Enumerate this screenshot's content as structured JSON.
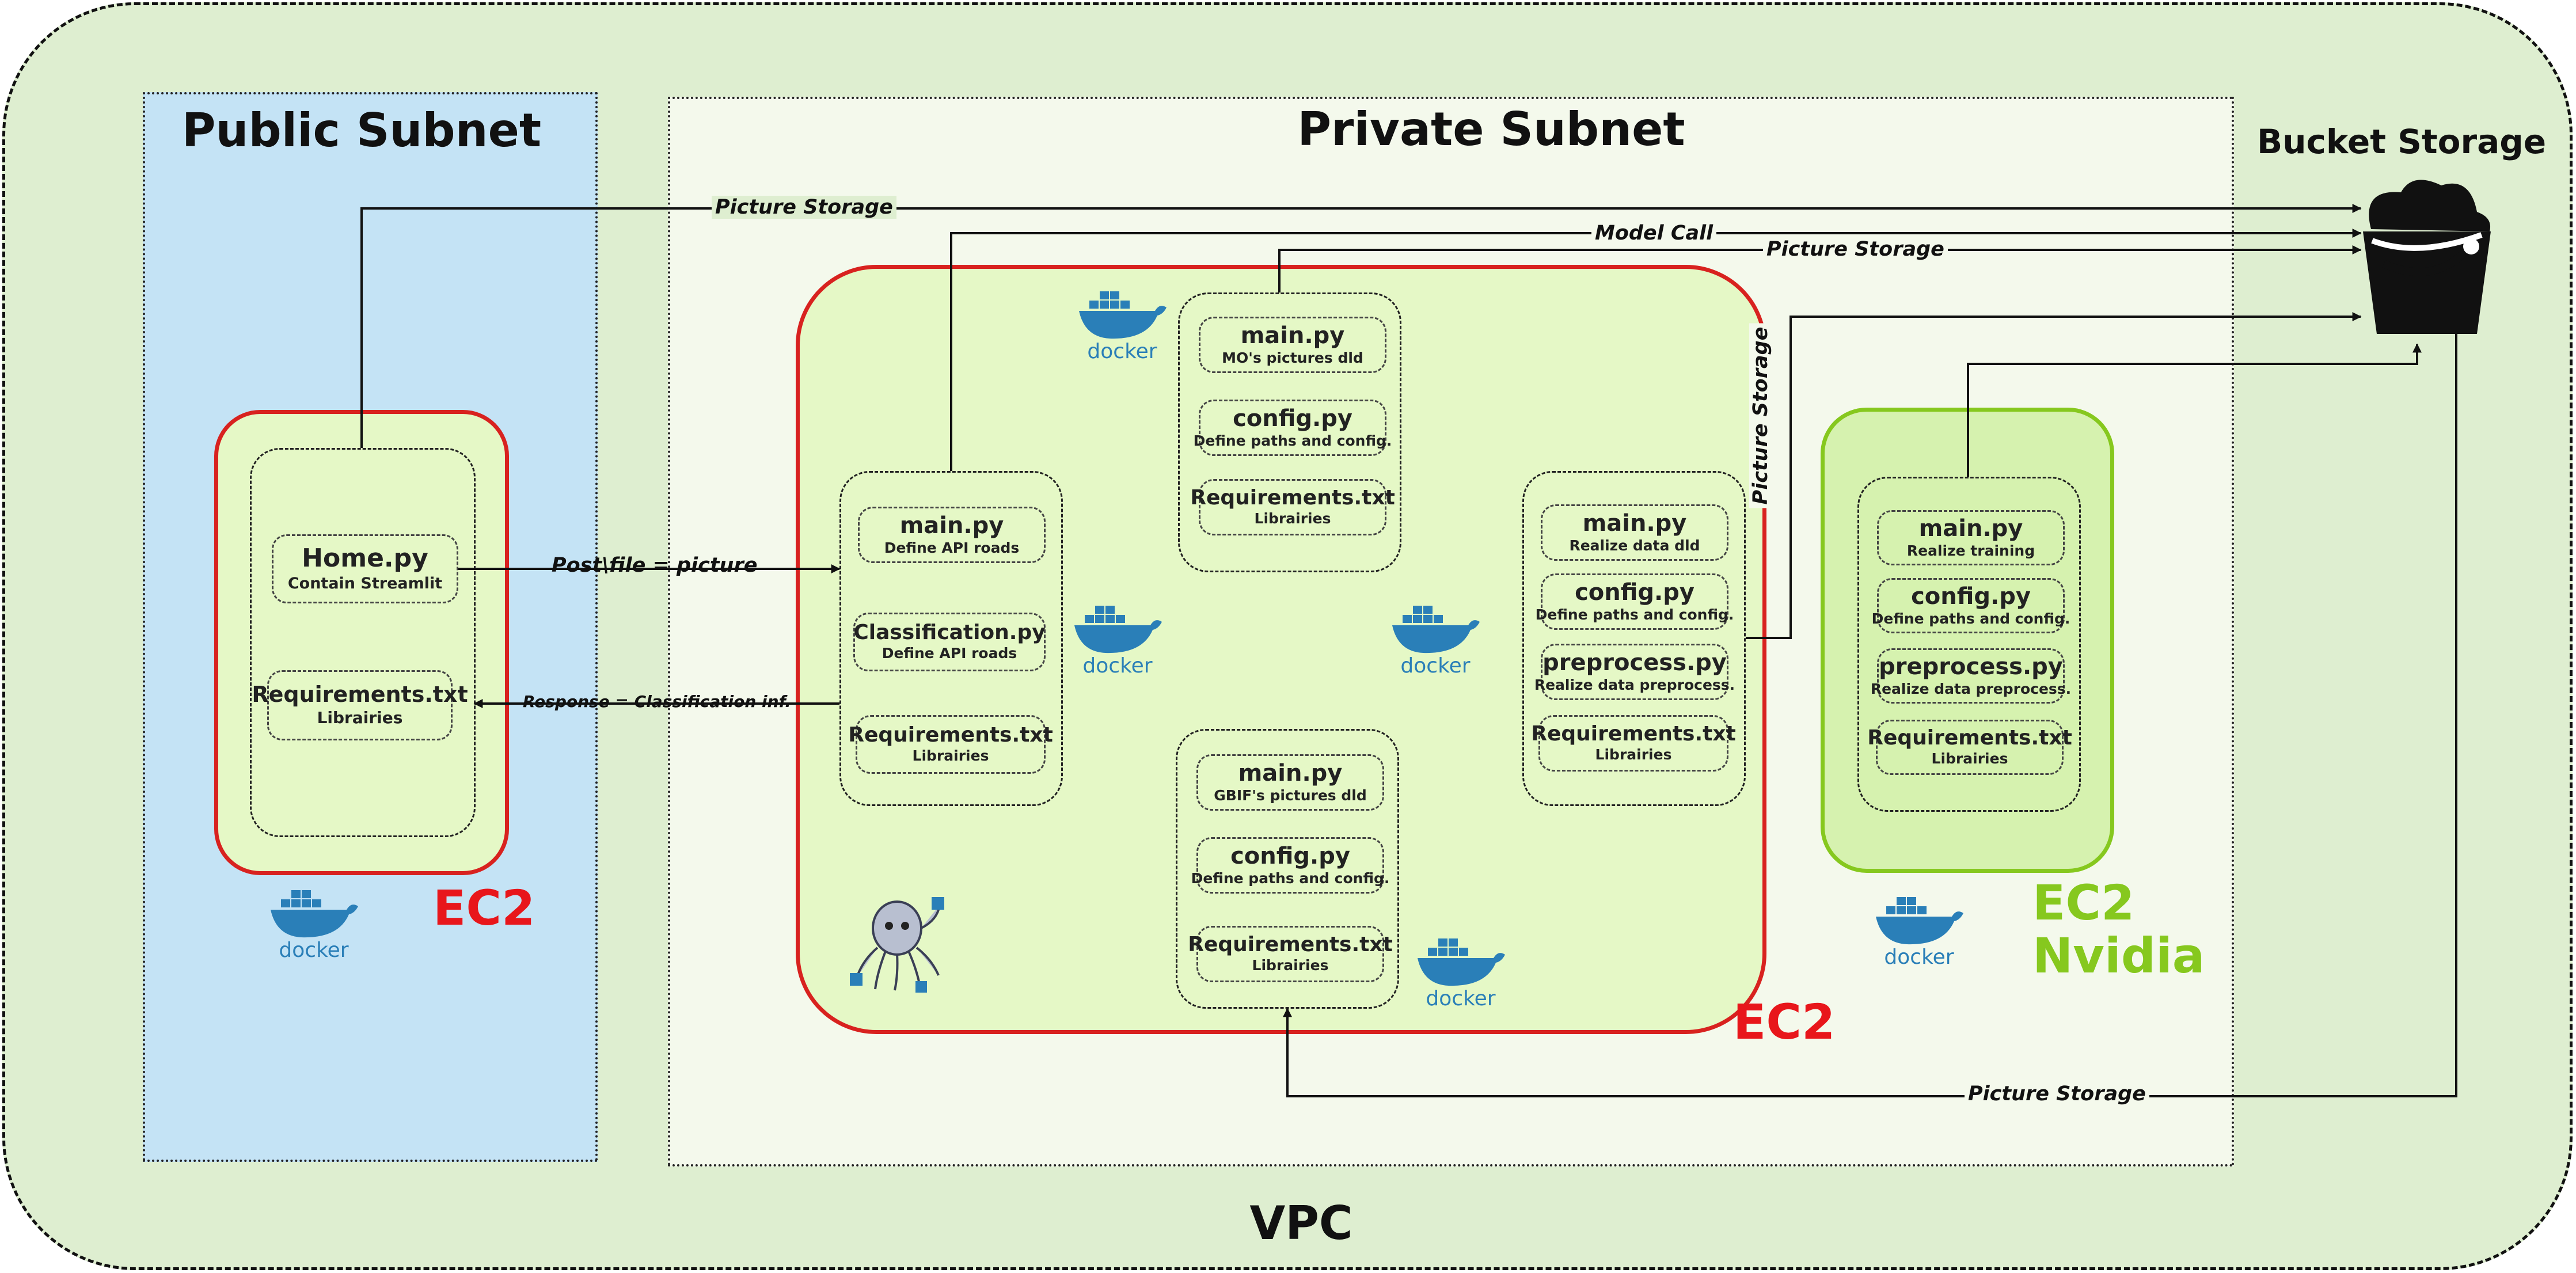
{
  "regions": {
    "vpc_label": "VPC",
    "public_subnet_label": "Public Subnet",
    "private_subnet_label": "Private Subnet",
    "bucket_storage_label": "Bucket Storage"
  },
  "instances": {
    "left": "EC2",
    "middle": "EC2",
    "right_line1": "EC2",
    "right_line2": "Nvidia"
  },
  "docker_label": "docker",
  "containers": {
    "streamlit": [
      {
        "name": "Home.py",
        "desc": "Contain Streamlit"
      },
      {
        "name": "Requirements.txt",
        "desc": "Librairies"
      }
    ],
    "api": [
      {
        "name": "main.py",
        "desc": "Define API roads"
      },
      {
        "name": "Classification.py",
        "desc": "Define API roads"
      },
      {
        "name": "Requirements.txt",
        "desc": "Librairies"
      }
    ],
    "mo_download": [
      {
        "name": "main.py",
        "desc": "MO's pictures dld"
      },
      {
        "name": "config.py",
        "desc": "Define paths and config."
      },
      {
        "name": "Requirements.txt",
        "desc": "Librairies"
      }
    ],
    "gbif_download": [
      {
        "name": "main.py",
        "desc": "GBIF's pictures dld"
      },
      {
        "name": "config.py",
        "desc": "Define paths and config."
      },
      {
        "name": "Requirements.txt",
        "desc": "Librairies"
      }
    ],
    "preprocess": [
      {
        "name": "main.py",
        "desc": "Realize data dld"
      },
      {
        "name": "config.py",
        "desc": "Define paths and config."
      },
      {
        "name": "preprocess.py",
        "desc": "Realize data preprocess."
      },
      {
        "name": "Requirements.txt",
        "desc": "Librairies"
      }
    ],
    "training": [
      {
        "name": "main.py",
        "desc": "Realize training"
      },
      {
        "name": "config.py",
        "desc": "Define paths and config."
      },
      {
        "name": "preprocess.py",
        "desc": "Realize data preprocess."
      },
      {
        "name": "Requirements.txt",
        "desc": "Librairies"
      }
    ]
  },
  "edges": {
    "picture_storage_top": "Picture Storage",
    "model_call": "Model Call",
    "picture_storage_second": "Picture Storage",
    "picture_storage_vertical": "Picture Storage",
    "picture_storage_bottom": "Picture Storage",
    "post_request": "Post\\file = picture",
    "response": "Response = Classification inf."
  },
  "colors": {
    "vpc_fill": "#deeed0",
    "public_subnet_fill": "#c4e3f5",
    "private_subnet_fill": "#f4f9ec",
    "ec2_border": "#d8221f",
    "ec2_fill": "#e5f8c6",
    "nvidia_border": "#86c81e",
    "nvidia_fill": "#d6f2af",
    "docker_blue": "#2a7fb8"
  },
  "icons": [
    "bucket-icon",
    "docker-whale-icon",
    "octopus-icon"
  ]
}
